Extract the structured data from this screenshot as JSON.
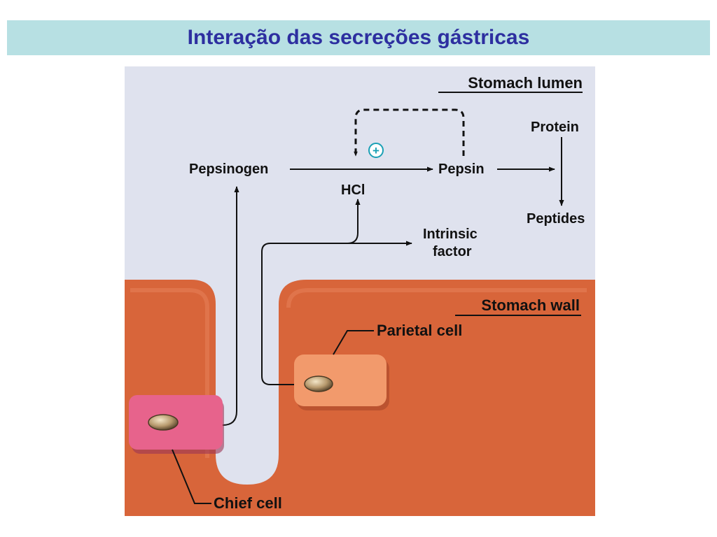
{
  "slide": {
    "title": "Interação das secreções gástricas"
  },
  "diagram": {
    "regions": {
      "lumen": "Stomach lumen",
      "wall": "Stomach wall"
    },
    "molecules": {
      "pepsinogen": "Pepsinogen",
      "pepsin": "Pepsin",
      "hcl": "HCl",
      "intrinsic_factor_line1": "Intrinsic",
      "intrinsic_factor_line2": "factor",
      "protein": "Protein",
      "peptides": "Peptides"
    },
    "cells": {
      "parietal": "Parietal cell",
      "chief": "Chief cell"
    },
    "feedback_symbol": "+",
    "colors": {
      "title_bar": "#b7e0e3",
      "title_text": "#2d2fa0",
      "lumen": "#dfe2ee",
      "wall": "#d8653a",
      "parietal_cell": "#f29a6c",
      "chief_cell": "#e7638c",
      "feedback_sign": "#1aa0b5"
    }
  }
}
